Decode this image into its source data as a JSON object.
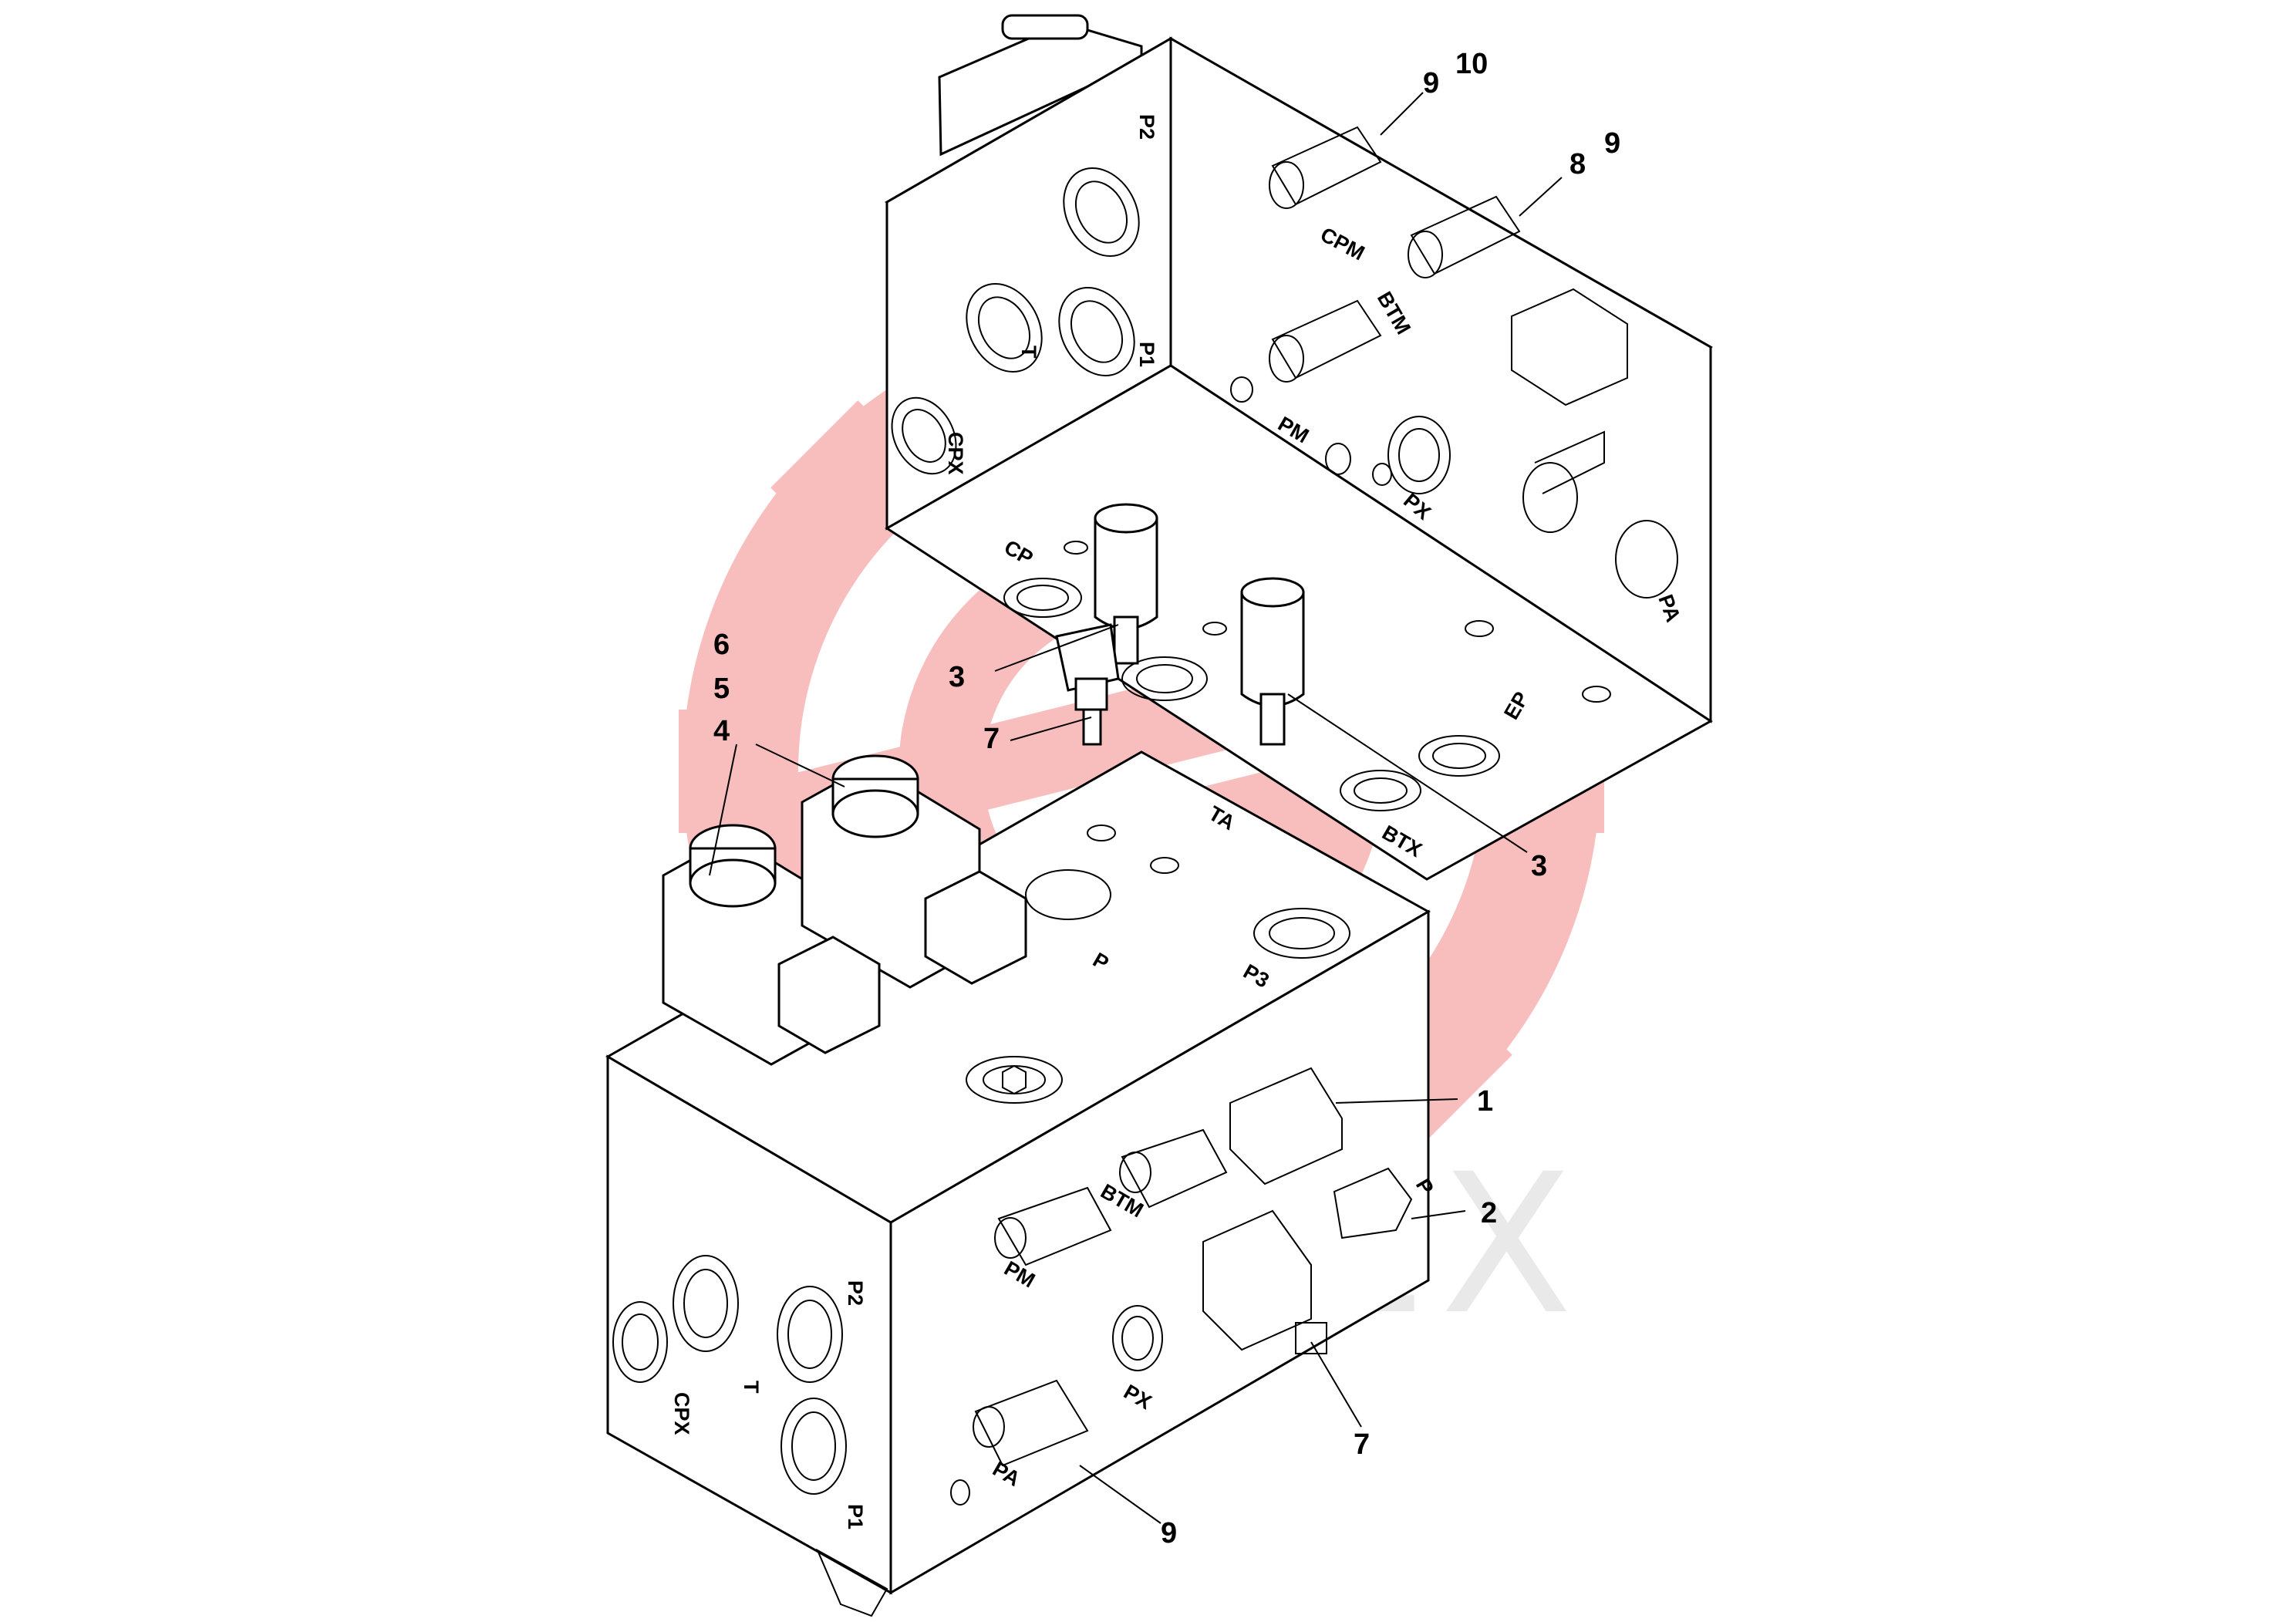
{
  "watermark": {
    "text": "ИНТЕХ",
    "logo_color": "#f5a0a0"
  },
  "callouts": [
    {
      "id": "c-1",
      "text": "1"
    },
    {
      "id": "c-2",
      "text": "2"
    },
    {
      "id": "c-3a",
      "text": "3"
    },
    {
      "id": "c-3b",
      "text": "3"
    },
    {
      "id": "c-4",
      "text": "4"
    },
    {
      "id": "c-5",
      "text": "5"
    },
    {
      "id": "c-6",
      "text": "6"
    },
    {
      "id": "c-7a",
      "text": "7"
    },
    {
      "id": "c-7b",
      "text": "7"
    },
    {
      "id": "c-8",
      "text": "8"
    },
    {
      "id": "c-9a",
      "text": "9"
    },
    {
      "id": "c-9b",
      "text": "9"
    },
    {
      "id": "c-9c",
      "text": "9"
    },
    {
      "id": "c-10",
      "text": "10"
    }
  ],
  "upper_block": {
    "ports": [
      "P2",
      "P1",
      "T",
      "CPX",
      "CPM",
      "BTM",
      "PM",
      "PX",
      "PA",
      "CP",
      "EP",
      "BTX"
    ]
  },
  "lower_block": {
    "ports": [
      "TA",
      "P",
      "P3",
      "P2",
      "P1",
      "T",
      "CPX",
      "PX",
      "BTM",
      "P",
      "PM",
      "PA"
    ]
  }
}
